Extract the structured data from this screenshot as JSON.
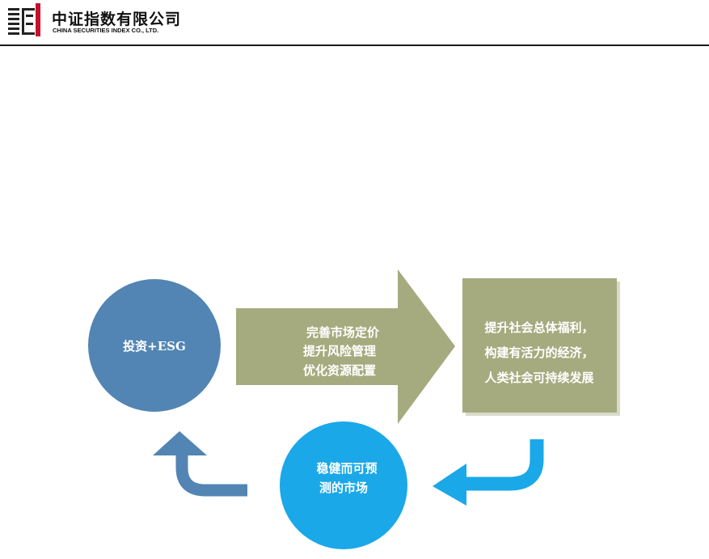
{
  "header": {
    "company_name_cn": "中证指数有限公司",
    "company_name_en": "CHINA SECURITIES INDEX CO., LTD."
  },
  "diagram": {
    "invest_node": {
      "label": "投资+ESG",
      "color": "#5285b3"
    },
    "process_arrow": {
      "lines": [
        "完善市场定价",
        "提升风险管理",
        "优化资源配置"
      ],
      "color": "#a6ab7f"
    },
    "outcome_box": {
      "lines": [
        "提升社会总体福利，",
        "构建有活力的经济，",
        "人类社会可持续发展"
      ],
      "color": "#a6ab7f"
    },
    "market_node": {
      "lines": [
        "稳健而可预",
        "测的市场"
      ],
      "color": "#1aa8e8"
    },
    "return_arrow_right": {
      "color": "#1aa8e8"
    },
    "return_arrow_left": {
      "color": "#5285b3"
    }
  }
}
